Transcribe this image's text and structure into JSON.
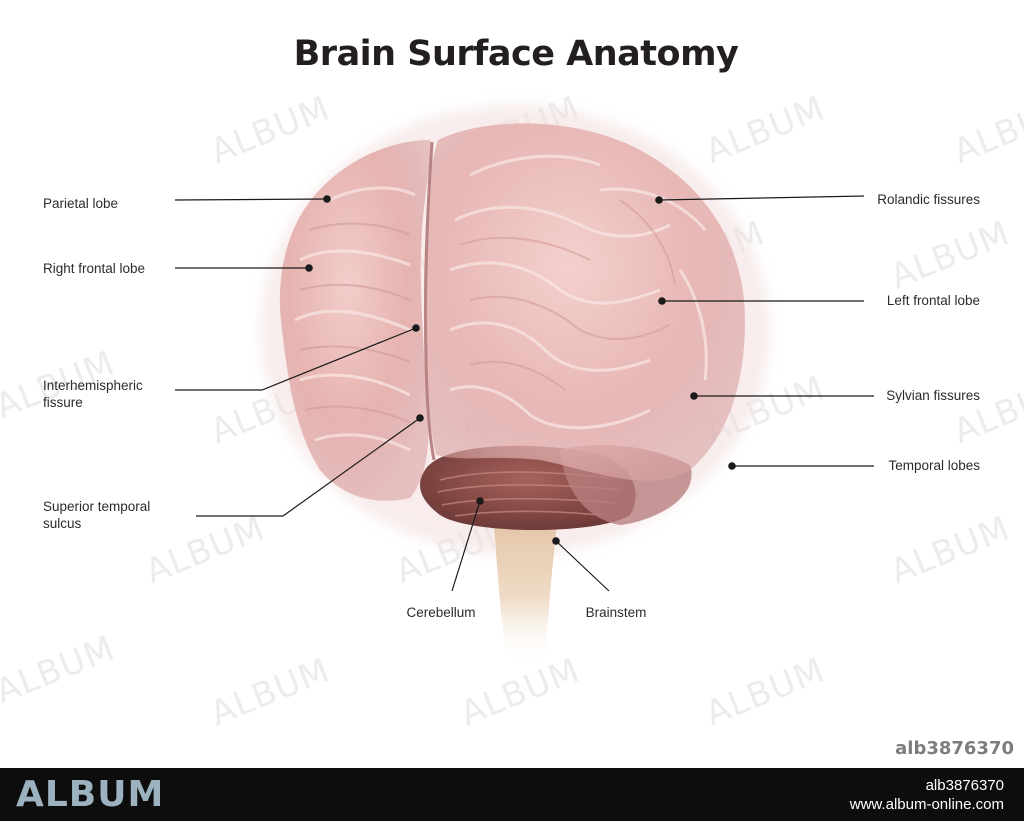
{
  "title": "Brain Surface Anatomy",
  "labels": {
    "parietal_lobe": "Parietal lobe",
    "right_frontal_lobe": "Right frontal lobe",
    "interhemispheric_fissure_1": "Interhemispheric",
    "interhemispheric_fissure_2": "fissure",
    "superior_temporal_sulcus_1": "Superior temporal",
    "superior_temporal_sulcus_2": "sulcus",
    "rolandic_fissures": "Rolandic fissures",
    "left_frontal_lobe": "Left frontal lobe",
    "sylvian_fissures": "Sylvian fissures",
    "temporal_lobes": "Temporal lobes",
    "cerebellum": "Cerebellum",
    "brainstem": "Brainstem"
  },
  "watermark": {
    "text": "ALBUM",
    "code": "alb3876370"
  },
  "footer": {
    "logo": "ALBUM",
    "id": "alb3876370",
    "url": "www.album-online.com"
  },
  "colors": {
    "brain_pink": "#e8b7b4",
    "brain_shadow": "#c9908f",
    "cerebellum": "#8a4f4b",
    "brainstem": "#e9d3b8",
    "leader_line": "#1a1a1a",
    "footer_bg": "#0d0d0d",
    "footer_logo": "#9cb3bf"
  }
}
